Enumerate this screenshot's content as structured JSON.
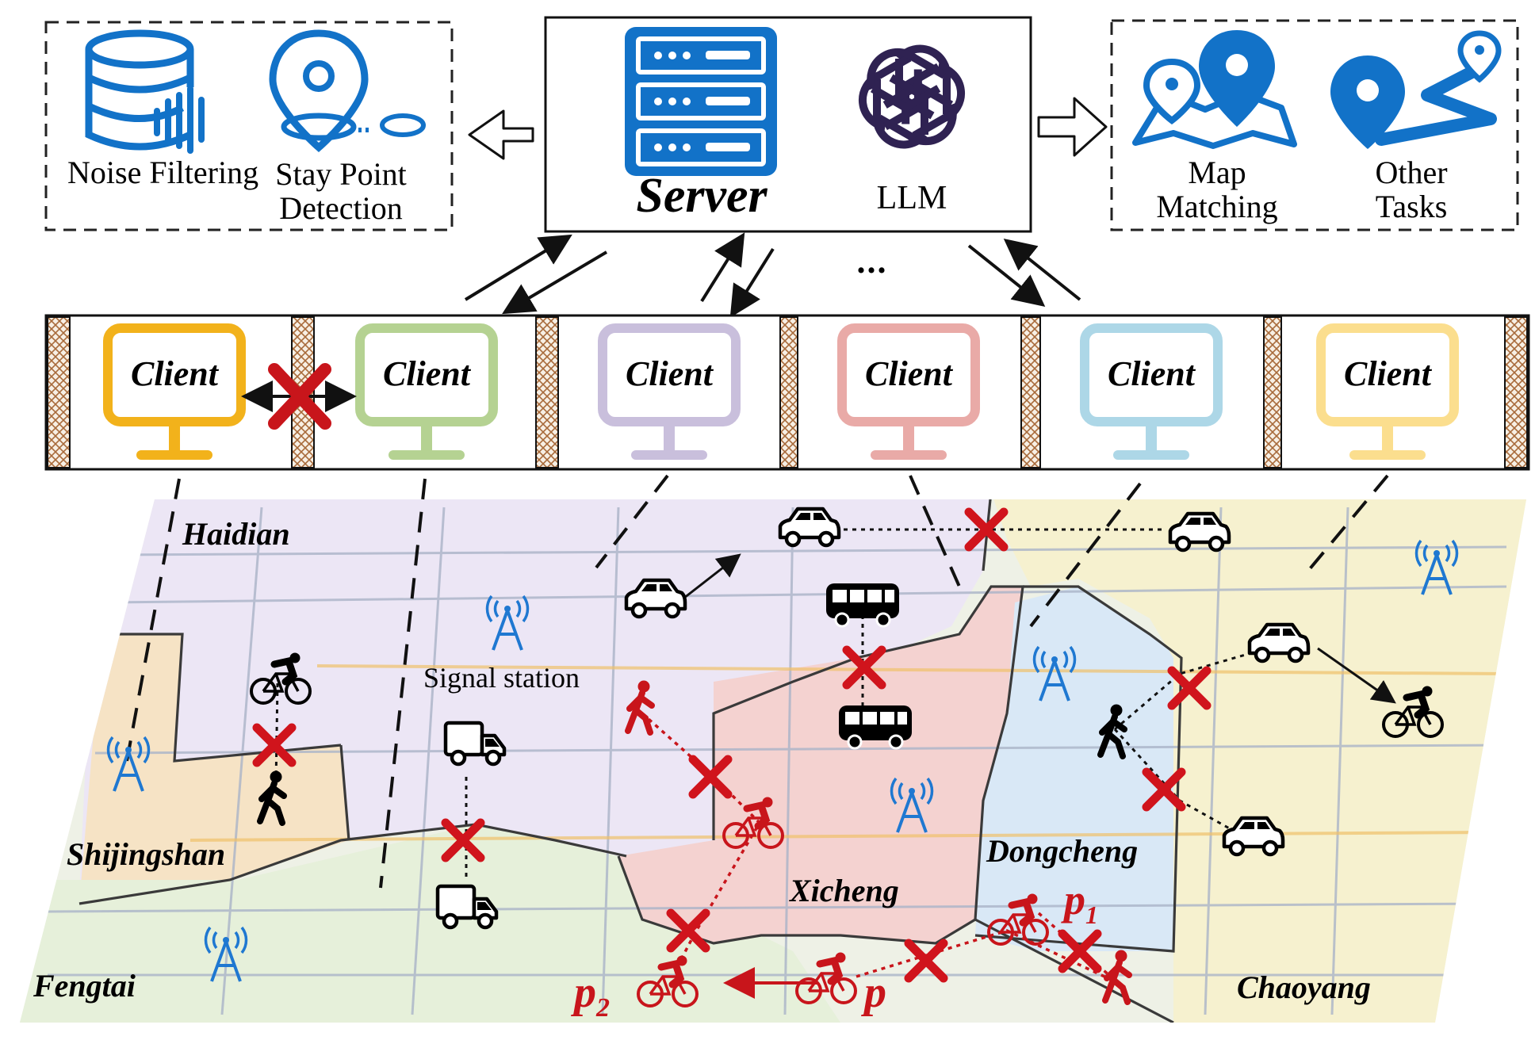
{
  "left_tasks": {
    "noise_filtering": "Noise Filtering",
    "stay_point_detection": "Stay Point Detection"
  },
  "server": {
    "label": "Server",
    "llm_label": "LLM"
  },
  "right_tasks": {
    "map_matching": "Map Matching",
    "other_tasks": "Other Tasks"
  },
  "ellipsis": "...",
  "clients": [
    {
      "label": "Client",
      "color": "#f2b21b"
    },
    {
      "label": "Client",
      "color": "#b5d292"
    },
    {
      "label": "Client",
      "color": "#c9bfdc"
    },
    {
      "label": "Client",
      "color": "#e9aaa7"
    },
    {
      "label": "Client",
      "color": "#add7e7"
    },
    {
      "label": "Client",
      "color": "#fbde8e"
    }
  ],
  "map": {
    "districts": {
      "haidian": "Haidian",
      "shijingshan": "Shijingshan",
      "fengtai": "Fengtai",
      "xicheng": "Xicheng",
      "dongcheng": "Dongcheng",
      "chaoyang": "Chaoyang"
    },
    "signal_station": "Signal station",
    "points": {
      "p1": "p",
      "p1_sub": "1",
      "p2": "p",
      "p2_sub": "2",
      "p": "p"
    },
    "colors": {
      "signal": "#1f78d1",
      "red": "#c8151b",
      "x_mark": "#d0141c"
    }
  }
}
